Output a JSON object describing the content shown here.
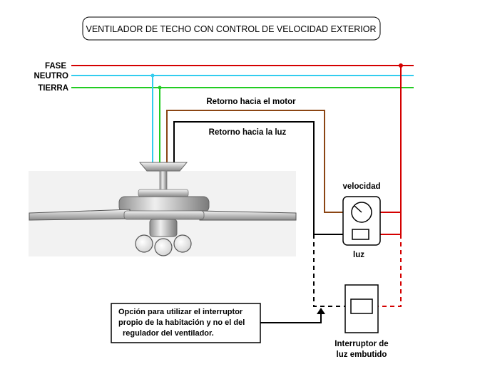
{
  "title": "VENTILADOR DE TECHO CON CONTROL DE VELOCIDAD EXTERIOR",
  "wires": {
    "fase": {
      "label": "FASE",
      "color": "#d40000"
    },
    "neutro": {
      "label": "NEUTRO",
      "color": "#33ccee"
    },
    "tierra": {
      "label": "TIERRA",
      "color": "#22cc22"
    }
  },
  "return_motor": {
    "label": "Retorno hacia el motor",
    "color": "#8b4513"
  },
  "return_luz": {
    "label": "Retorno hacia la luz",
    "color": "#000000"
  },
  "control": {
    "velocidad_label": "velocidad",
    "luz_label": "luz"
  },
  "switch": {
    "label_line1": "Interruptor de",
    "label_line2": "luz embutido"
  },
  "note": {
    "line1": "Opción para utilizar el interruptor",
    "line2": "propio de la habitación y no el del",
    "line3": "regulador del ventilador."
  }
}
